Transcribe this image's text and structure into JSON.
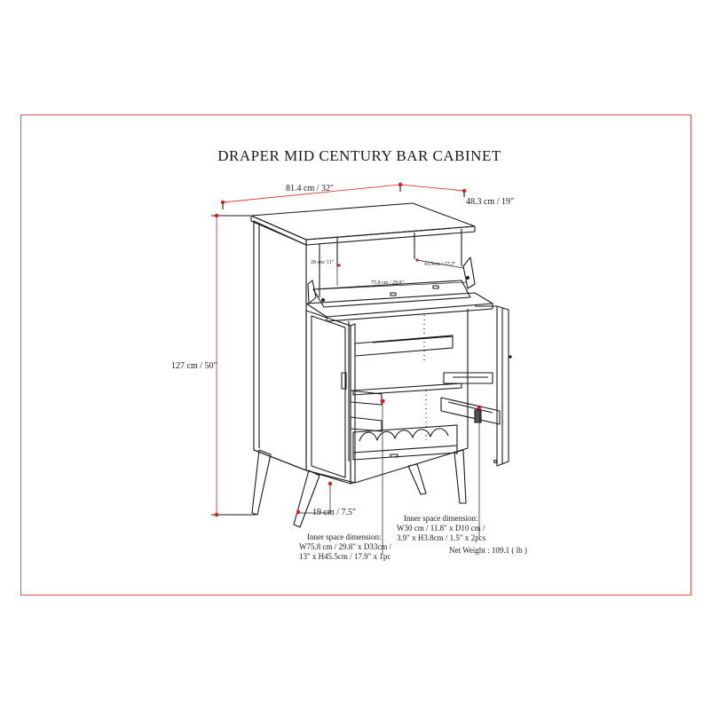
{
  "title": "DRAPER MID CENTURY BAR CABINET",
  "dimensions": {
    "width": "81.4 cm / 32\"",
    "depth": "48.3 cm / 19\"",
    "height": "127 cm / 50\"",
    "leg": "19 cm / 7.5\"",
    "upper_height": "28 cm/ 11\"",
    "upper_depth": "43.9cm / 17.3\"",
    "upper_width": "75.8 cm / 29.8\""
  },
  "inner_space_main": {
    "heading": "Inner space dimension:",
    "line1": "W75.8 cm / 29.8\" x D33cm /",
    "line2": "13\" x H45.5cm / 17.9\" x 1pc"
  },
  "inner_space_door": {
    "heading": "Inner space dimension:",
    "line1": "W30 cm / 11.8\" x D10 cm /",
    "line2": "3.9\" x H3.8cm / 1.5\" x 2pcs"
  },
  "net_weight": "Net Weight : 109.1 ( lb )",
  "colors": {
    "frame": "#d9534f",
    "marker": "#e01b1b",
    "line": "#1a1a1a"
  }
}
